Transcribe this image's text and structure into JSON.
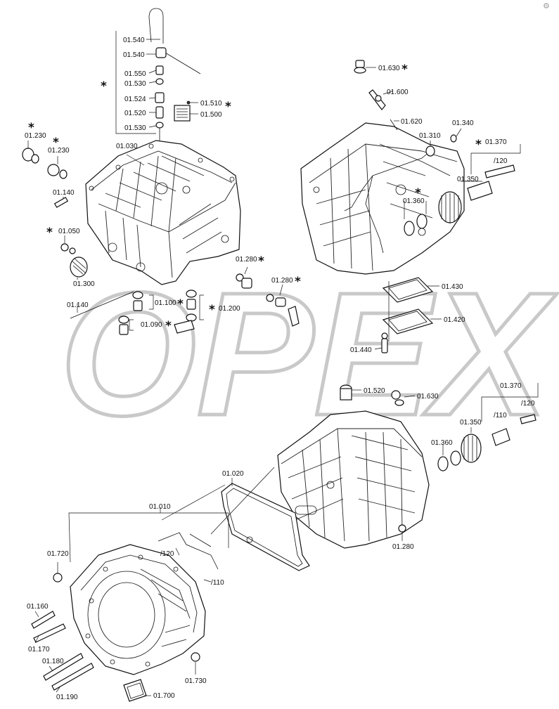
{
  "watermark": "OPEX",
  "corner_mark": "⚙",
  "marker_symbol": "*",
  "labels": {
    "l01540a": "01.540",
    "l01540b": "01.540",
    "l01550": "01.550",
    "l01530a": "01.530",
    "l01524": "01.524",
    "l01520a": "01.520",
    "l01530b": "01.530",
    "l01510": "01.510",
    "l01500": "01.500",
    "l01630a": "01.630",
    "l01600": "01.600",
    "l01620": "01.620",
    "l01340": "01.340",
    "l01310": "01.310",
    "l01370a": "01.370",
    "l120a": "/120",
    "l01350a": "01.350",
    "l01360a": "01.360",
    "l01230a": "01.230",
    "l01230b": "01.230",
    "l01030": "01.030",
    "l01140a": "01.140",
    "l01050": "01.050",
    "l01300": "01.300",
    "l01280a": "01.280",
    "l01280b": "01.280",
    "l01100": "01.100",
    "l01200": "01.200",
    "l01140b": "01.140",
    "l01090": "01.090",
    "l01430": "01.430",
    "l01420": "01.420",
    "l01440": "01.440",
    "l01520b": "01.520",
    "l01630b": "01.630",
    "l01370b": "01.370",
    "l120b": "/120",
    "l110a": "/110",
    "l01350b": "01.350",
    "l01360b": "01.360",
    "l01020": "01.020",
    "l01280c": "01.280",
    "l01010": "01.010",
    "l120c": "/120",
    "l110b": "/110",
    "l01720": "01.720",
    "l01160": "01.160",
    "l01170": "01.170",
    "l01180": "01.180",
    "l01190": "01.190",
    "l01700": "01.700",
    "l01730": "01.730"
  }
}
